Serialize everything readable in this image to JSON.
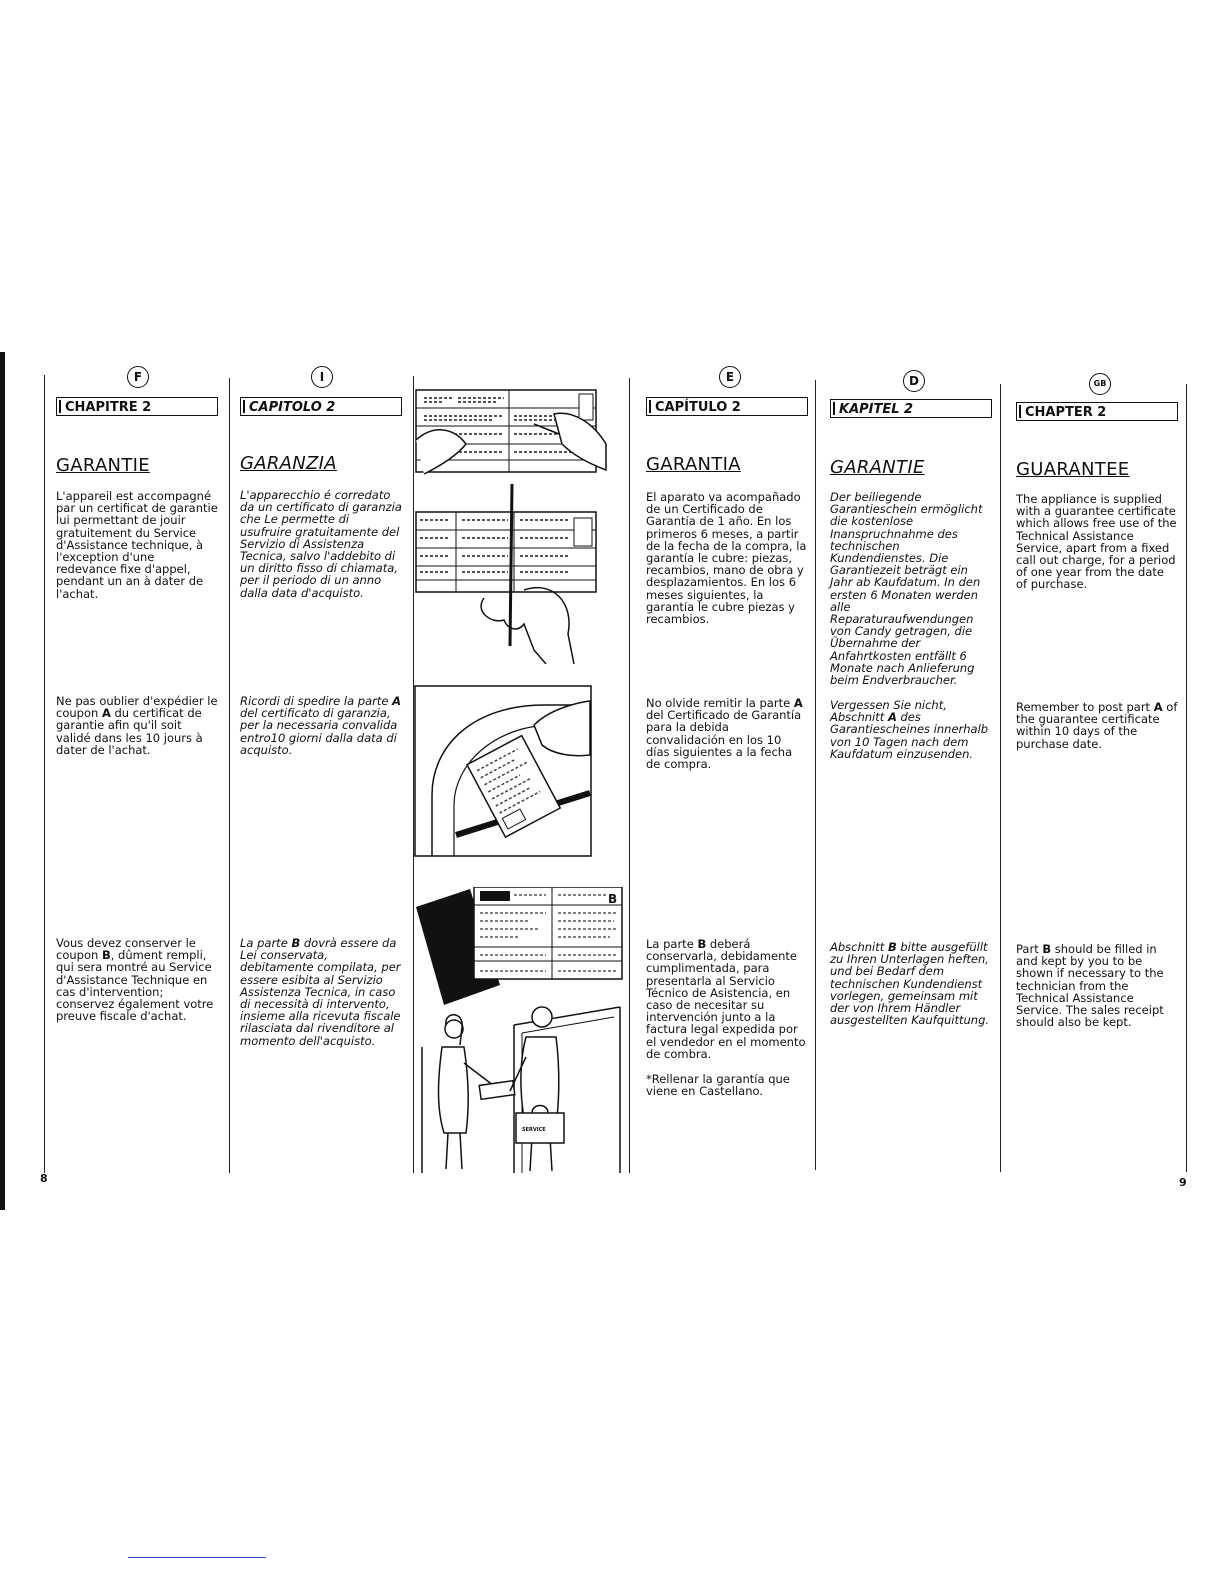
{
  "page_left": {
    "number": "8",
    "fr": {
      "badge": "F",
      "chapter": "CHAPITRE 2",
      "heading": "GARANTIE",
      "p1": "L'appareil est accompagné par un certificat de garantie lui permettant de jouir gratuitement du Service d'Assistance technique, à l'exception d'une redevance fixe d'appel, pendant un an à dater de l'achat.",
      "p2_a": "Ne pas oublier d'expédier le coupon ",
      "p2_b": "A",
      "p2_c": " du certificat de garantie afin qu'il soit validé dans les 10 jours à dater de l'achat.",
      "p3_a": "Vous devez conserver le coupon ",
      "p3_b": "B",
      "p3_c": ", dûment rempli, qui sera montré au Service d'Assistance Technique en cas d'intervention; conservez également votre preuve fiscale d'achat."
    },
    "it": {
      "badge": "I",
      "chapter": "CAPITOLO 2",
      "heading": "GARANZIA",
      "p1": "L'apparecchio é corredato da un certificato di garanzia che Le permette di usufruire gratuitamente del Servizio di Assistenza Tecnica, salvo l'addebito di un diritto fisso di chiamata, per il periodo di un anno dalla data d'acquisto.",
      "p2_a": "Ricordi di spedire la parte ",
      "p2_b": "A",
      "p2_c": " del certificato di garanzia, per la necessaria convalida entro10 giorni dalla data di acquisto.",
      "p3_a": "La parte ",
      "p3_b": "B",
      "p3_c": " dovrà essere da Lei conservata, debitamente compilata, per essere esibita al Servizio Assistenza Tecnica, in caso di necessità di intervento, insieme alla ricevuta fiscale rilasciata dal rivenditore al momento dell'acquisto."
    },
    "illustrations": {
      "card_letter": "B",
      "bag_label": "SERVICE"
    }
  },
  "page_right": {
    "number": "9",
    "es": {
      "badge": "E",
      "chapter": "CAPÍTULO 2",
      "heading": "GARANTIA",
      "p1": "El aparato va acompañado de un Certificado de Garantía de 1 año. En los primeros 6 meses, a partir de la fecha de la compra, la garantía le cubre: piezas, recambios, mano de obra y desplazamientos. En los 6 meses siguientes, la garantía le cubre piezas y recambios.",
      "p2_a": "No olvide remitir la parte ",
      "p2_b": "A",
      "p2_c": " del Certificado de Garantía para la debida convalidación en los 10 días siguientes a la fecha de compra.",
      "p3_a": "La parte ",
      "p3_b": "B",
      "p3_c": " deberá conservarla, debidamente cumplimentada, para presentarla al Servicio Técnico de Asistencia, en caso de necesitar su intervención junto a la factura legal expedida por el vendedor en el momento de combra.",
      "p4": "*Rellenar la garantía que viene en Castellano."
    },
    "de": {
      "badge": "D",
      "chapter": "KAPITEL 2",
      "heading": "GARANTIE",
      "p1": "Der beiliegende Garantieschein ermöglicht die kostenlose Inanspruchnahme des technischen Kundendienstes. Die Garantiezeit beträgt ein Jahr ab Kaufdatum. In den ersten 6 Monaten werden alle Reparaturaufwendungen von Candy getragen, die Übernahme der Anfahrtkosten entfällt 6 Monate nach Anlieferung beim Endverbraucher.",
      "p2_a": "Vergessen Sie nicht, Abschnitt ",
      "p2_b": "A",
      "p2_c": " des Garantiescheines innerhalb von 10 Tagen nach dem Kaufdatum einzusenden.",
      "p3_a": "Abschnitt ",
      "p3_b": "B",
      "p3_c": " bitte ausgefüllt zu Ihren Unterlagen heften, und bei Bedarf dem technischen Kundendienst vorlegen, gemeinsam mit der von Ihrem Händler ausgestellten Kaufquittung."
    },
    "gb": {
      "badge": "GB",
      "chapter": "CHAPTER 2",
      "heading": "GUARANTEE",
      "p1": "The appliance is supplied with a guarantee certificate which allows free use of the Technical Assistance Service, apart from a fixed call out charge, for a period of one year from the date of purchase.",
      "p2_a": "Remember to post part ",
      "p2_b": "A",
      "p2_c": " of the guarantee certificate within 10 days of the purchase date.",
      "p3_a": "Part ",
      "p3_b": "B",
      "p3_c": " should be filled in and kept by you to be shown if necessary to the technician from the Technical Assistance Service. The sales receipt should also be kept."
    }
  }
}
